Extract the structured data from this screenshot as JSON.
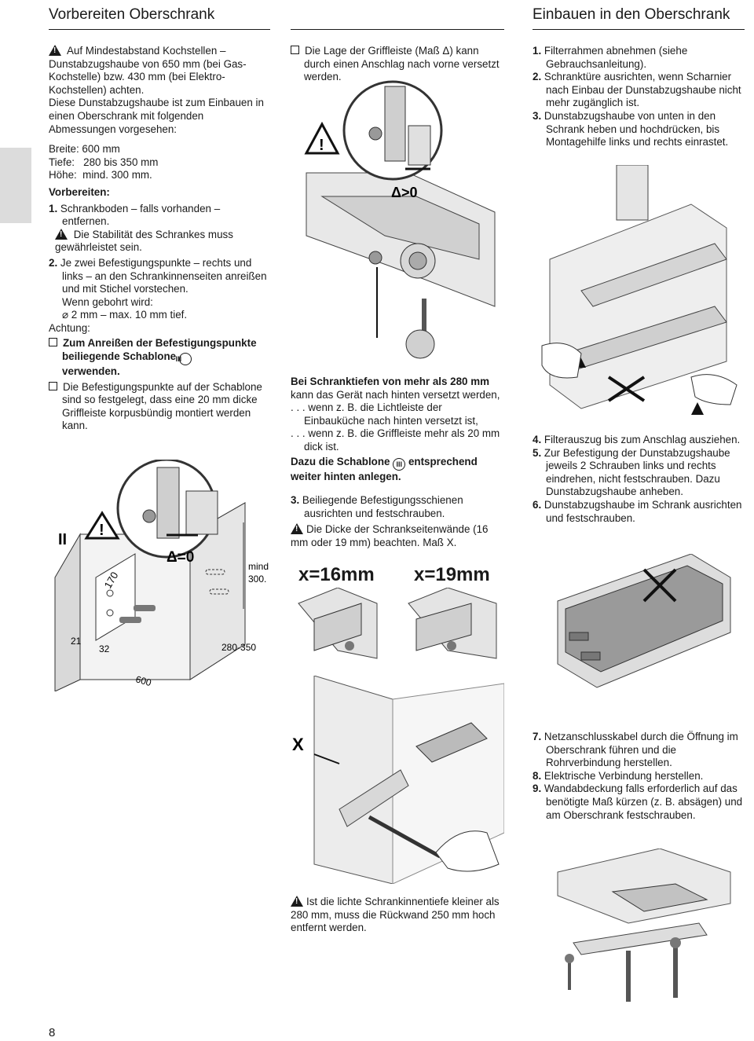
{
  "header": {
    "left_title": "Vorbereiten Oberschrank",
    "right_title": "Einbauen in den Oberschrank"
  },
  "col1": {
    "warn_min_distance": "Auf Mindestabstand Kochstellen – Dunstabzugshaube von 650 mm (bei Gas-Kochstelle) bzw. 430 mm (bei Elektro-Kochstellen) achten.",
    "intro": "Diese Dunstabzugshaube ist zum Einbauen in einen Oberschrank mit folgenden Abmessungen vorgesehen:",
    "width": "Breite: 600 mm",
    "depth": "Tiefe:   280 bis 350 mm",
    "height": "Höhe:  mind. 300 mm.",
    "prepare_heading": "Vorbereiten:",
    "step1_num": "1.",
    "step1": "Schrankboden – falls vorhanden – entfernen.",
    "step1_warn": "Die Stabilität des Schrankes muss gewährleistet sein.",
    "step2_num": "2.",
    "step2": "Je zwei Befestigungspunkte – rechts und links – an den Schrankinnenseiten anreißen und mit Stichel vorstechen.",
    "drill_label": "Wenn gebohrt wird:",
    "drill_value": "⌀ 2 mm – max. 10 mm tief.",
    "attention": "Achtung:",
    "bullet1": "Zum Anreißen der Befestigungspunkte beiliegende Schablone",
    "bullet1_end": "verwenden.",
    "template_symbol": "III",
    "bullet2": "Die Befestigungspunkte auf der Schablone sind so festgelegt, dass eine 20 mm dicke Griffleiste korpusbündig montiert werden kann."
  },
  "col2": {
    "bullet_top": "Die Lage der Griffleiste (Maß Δ) kann durch einen Anschlag nach vorne versetzt werden.",
    "deep_heading": "Bei Schranktiefen von mehr als 280 mm",
    "deep_text": "kann das Gerät nach hinten versetzt werden,",
    "deep_item1": ". . . wenn z. B. die Lichtleiste der Einbauküche  nach hinten versetzt ist,",
    "deep_item2": ". . . wenn z. B. die Griffleiste mehr als 20 mm  dick ist.",
    "template_text": "Dazu die Schablone",
    "template_text_end": "entsprechend weiter hinten anlegen.",
    "template_symbol": "III",
    "step3_num": "3.",
    "step3": "Beiliegende Befestigungsschienen ausrichten und festschrauben.",
    "thickness_warn": "Die Dicke der Schrankseitenwände (16 mm oder 19 mm) beachten. Maß X.",
    "x16": "x=16mm",
    "x19": "x=19mm",
    "back_warn": "Ist die lichte Schrankinnentiefe kleiner als 280 mm, muss die Rückwand 250 mm hoch entfernt werden."
  },
  "col3": {
    "steps_a": [
      {
        "num": "1.",
        "text": "Filterrahmen abnehmen (siehe Gebrauchsanleitung)."
      },
      {
        "num": "2.",
        "text": "Schranktüre ausrichten, wenn Scharnier nach Einbau der Dunstabzugshaube nicht mehr zugänglich ist."
      },
      {
        "num": "3.",
        "text": "Dunstabzugshaube von unten in den Schrank heben und hochdrücken, bis Montagehilfe links und rechts einrastet."
      }
    ],
    "steps_b": [
      {
        "num": "4.",
        "text": "Filterauszug bis zum Anschlag ausziehen."
      },
      {
        "num": "5.",
        "text": "Zur Befestigung der Dunstabzugshaube jeweils 2 Schrauben links und rechts eindrehen, nicht festschrauben. Dazu Dunstabzugshaube anheben."
      },
      {
        "num": "6.",
        "text": "Dunstabzugshaube im Schrank ausrichten und festschrauben."
      }
    ],
    "steps_c": [
      {
        "num": "7.",
        "text": "Netzanschlusskabel durch die Öffnung im Oberschrank führen und die Rohrverbindung herstellen."
      },
      {
        "num": "8.",
        "text": "Elektrische Verbindung herstellen."
      },
      {
        "num": "9.",
        "text": "Wandabdeckung falls erforderlich auf das benötigte Maß kürzen (z. B. absägen) und am Oberschrank festschrauben."
      }
    ]
  },
  "figures": {
    "delta_gt": "Δ>0",
    "delta_eq": "Δ=0",
    "template_mark": "II",
    "dim_170": "170",
    "dim_21": "21",
    "dim_32": "32",
    "dim_600": "600",
    "dim_280_350": "280-350",
    "dim_min300_a": "mind",
    "dim_min300_b": "300.",
    "x_mark": "X"
  },
  "footer": {
    "page_number": "8"
  }
}
